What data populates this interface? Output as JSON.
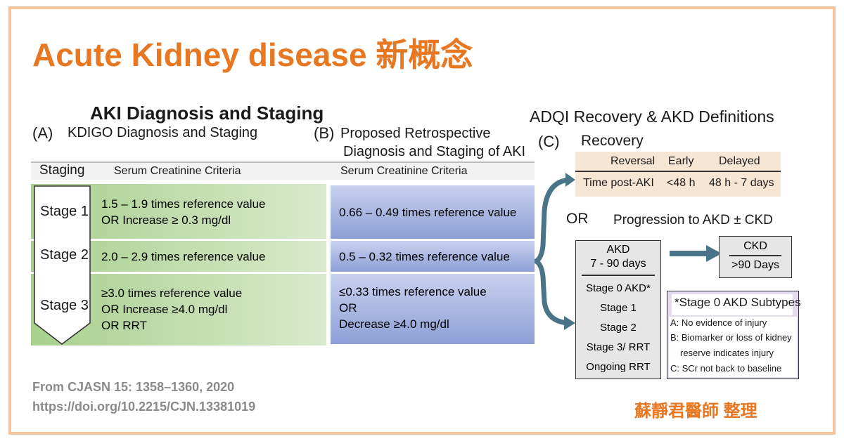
{
  "title": "Acute Kidney disease 新概念",
  "sectionA": {
    "heading": "AKI Diagnosis and Staging",
    "label": "(A)",
    "subtitle": "KDIGO Diagnosis and Staging",
    "staging_header": "Staging",
    "criteria_header": "Serum Creatinine Criteria",
    "stages": [
      {
        "name": "Stage 1",
        "criteria": [
          "1.5 – 1.9 times reference value",
          "OR Increase ≥ 0.3 mg/dl"
        ]
      },
      {
        "name": "Stage 2",
        "criteria": [
          "2.0 – 2.9 times reference value"
        ]
      },
      {
        "name": "Stage 3",
        "criteria": [
          "≥3.0 times reference value",
          "OR Increase ≥4.0 mg/dl",
          "OR RRT"
        ]
      }
    ]
  },
  "sectionB": {
    "label": "(B)",
    "subtitle_line1": "Proposed Retrospective",
    "subtitle_line2": "Diagnosis and Staging of AKI",
    "criteria_header": "Serum Creatinine Criteria",
    "stages": [
      {
        "criteria": [
          "0.66 – 0.49 times reference value"
        ]
      },
      {
        "criteria": [
          "0.5 – 0.32 times reference value"
        ]
      },
      {
        "criteria": [
          "≤0.33 times reference value",
          "OR",
          "Decrease ≥4.0 mg/dl"
        ]
      }
    ]
  },
  "sectionC": {
    "heading": "ADQI Recovery & AKD Definitions",
    "label": "(C)",
    "recovery_title": "Recovery",
    "recovery_cols": [
      "Reversal",
      "Early",
      "Delayed"
    ],
    "recovery_row": [
      "Time post-AKI",
      "<48 h",
      "48 h - 7 days"
    ],
    "or_label": "OR",
    "progression_title": "Progression to AKD ± CKD",
    "akd_box": {
      "title": "AKD",
      "range": "7 - 90 days",
      "items": [
        "Stage 0 AKD*",
        "Stage 1",
        "Stage 2",
        "Stage 3/ RRT",
        "Ongoing RRT"
      ]
    },
    "ckd_box": {
      "title": "CKD",
      "range": ">90 Days"
    },
    "subtypes": {
      "title": "*Stage 0 AKD Subtypes",
      "items": [
        "A: No evidence of injury",
        "B: Biomarker or loss of kidney",
        "reserve indicates injury",
        "C: SCr not back to baseline"
      ]
    }
  },
  "source": {
    "line1": "From CJASN 15: 1358–1360, 2020",
    "line2": "https://doi.org/10.2215/CJN.13381019"
  },
  "credit": "蘇靜君醫師 整理",
  "colors": {
    "accent": "#e87722",
    "border": "#f5c49a",
    "arrow": "#4a7488"
  }
}
